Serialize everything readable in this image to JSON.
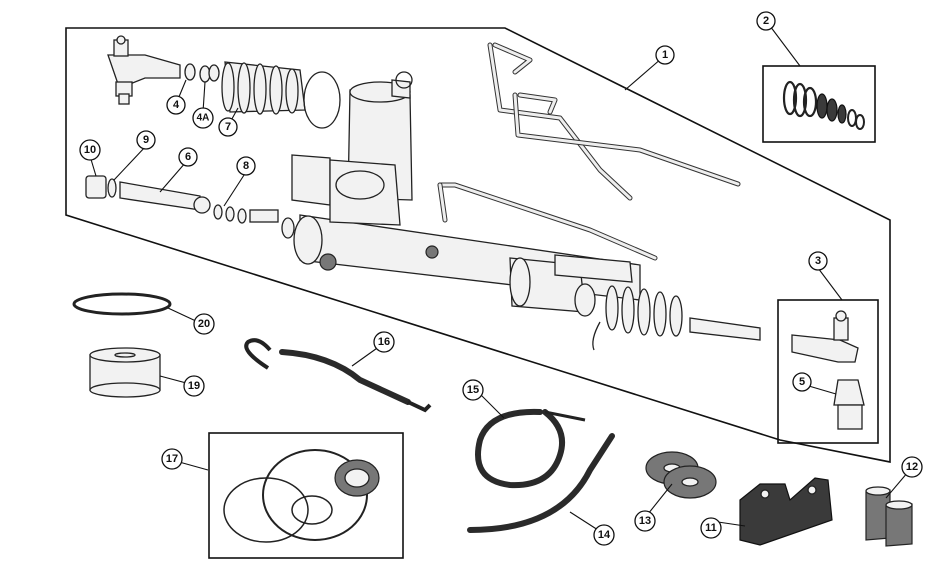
{
  "callouts": [
    {
      "id": "c1",
      "label": "1"
    },
    {
      "id": "c2",
      "label": "2"
    },
    {
      "id": "c3",
      "label": "3"
    },
    {
      "id": "c4",
      "label": "4"
    },
    {
      "id": "c4a",
      "label": "4A"
    },
    {
      "id": "c5",
      "label": "5"
    },
    {
      "id": "c6",
      "label": "6"
    },
    {
      "id": "c7",
      "label": "7"
    },
    {
      "id": "c8",
      "label": "8"
    },
    {
      "id": "c9",
      "label": "9"
    },
    {
      "id": "c10",
      "label": "10"
    },
    {
      "id": "c11",
      "label": "11"
    },
    {
      "id": "c12",
      "label": "12"
    },
    {
      "id": "c13",
      "label": "13"
    },
    {
      "id": "c14",
      "label": "14"
    },
    {
      "id": "c15",
      "label": "15"
    },
    {
      "id": "c16",
      "label": "16"
    },
    {
      "id": "c17",
      "label": "17"
    },
    {
      "id": "c19",
      "label": "19"
    },
    {
      "id": "c20",
      "label": "20"
    }
  ]
}
